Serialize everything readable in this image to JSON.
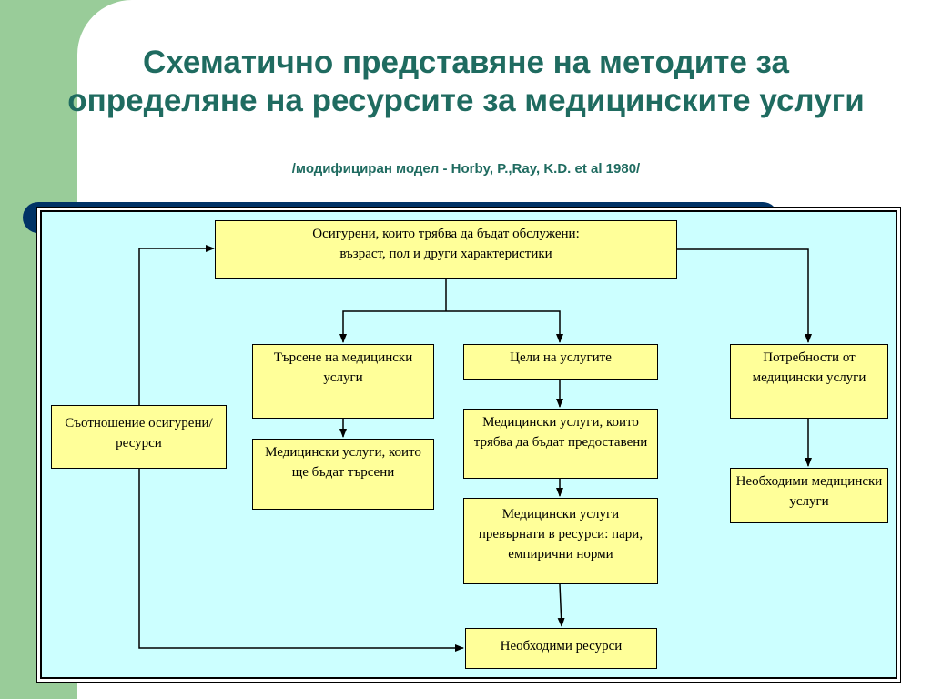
{
  "title": "Схематично представяне на методите за определяне на ресурсите за медицинските услуги",
  "subtitle": "/модифициран модел - Horby, P.,Ray, K.D. et al 1980/",
  "colors": {
    "title": "#1f6b60",
    "box_fill": "#ffff99",
    "panel_fill": "#ccffff",
    "accent_green": "#99cc99",
    "accent_navy": "#003366"
  },
  "boxes": {
    "insured": "Осигурени, които трябва да бъдат обслужени:\nвъзраст, пол и други характеристики",
    "demand": "Търсене на медицински услуги",
    "goals": "Цели на услугите",
    "needs": "Потребности от медицински услуги",
    "ratio": "Съотношение осигурени/ресурси",
    "demanded_services": "Медицински услуги, които ще бъдат търсени",
    "services_to_provide": "Медицински услуги, които трябва да бъдат предоставени",
    "services_to_resources": "Медицински услуги превърнати в ресурси: пари, емпирични норми",
    "required_services": "Необходими медицински услуги",
    "required_resources": "Необходими ресурси"
  }
}
